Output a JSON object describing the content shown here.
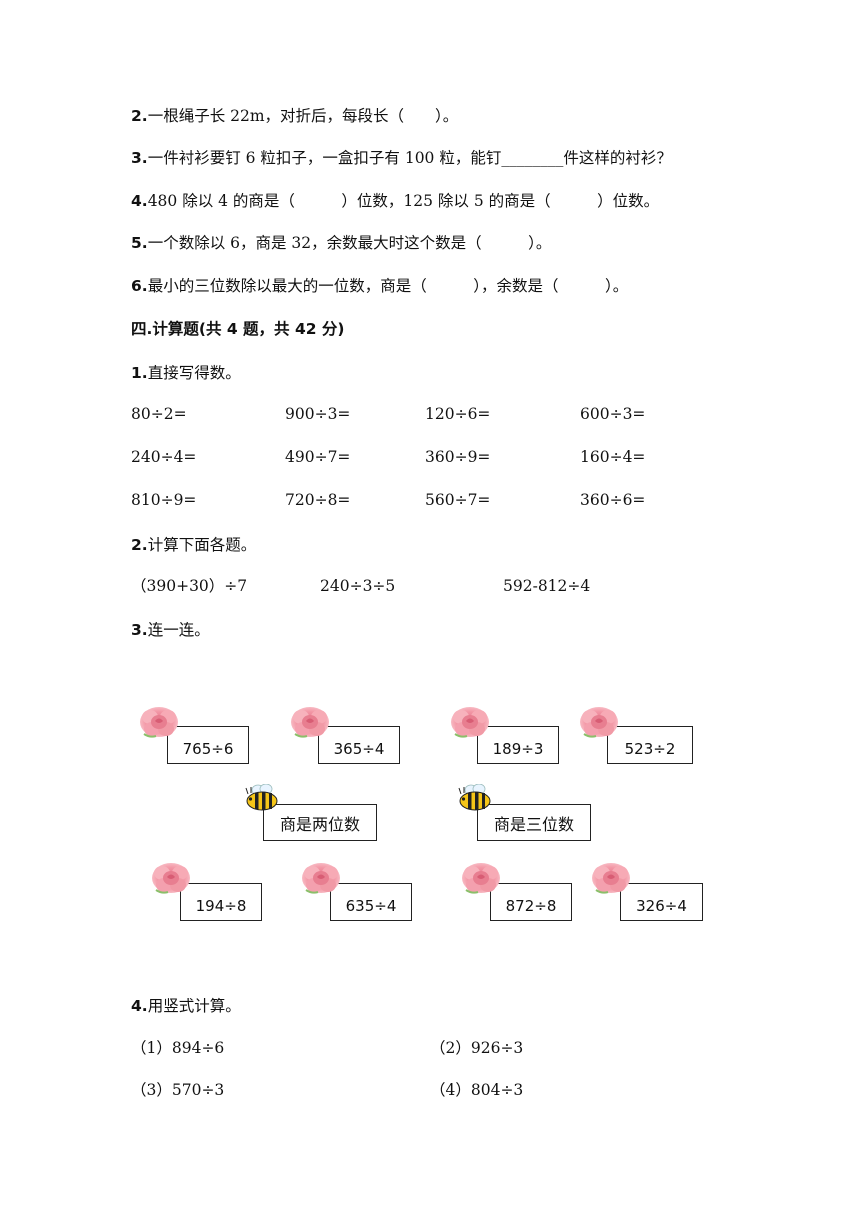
{
  "fill_questions": [
    {
      "n": "2.",
      "text": "一根绳子长 22m，对折后，每段长（　　）。"
    },
    {
      "n": "3.",
      "text": "一件衬衫要钉 6 粒扣子，一盒扣子有 100 粒，能钉________件这样的衬衫？"
    },
    {
      "n": "4.",
      "text": "480 除以 4 的商是（　　　）位数，125 除以 5 的商是（　　　）位数。"
    },
    {
      "n": "5.",
      "text": "一个数除以 6，商是 32，余数最大时这个数是（　　　）。"
    },
    {
      "n": "6.",
      "text": "最小的三位数除以最大的一位数，商是（　　　），余数是（　　　）。"
    }
  ],
  "section_title": "四.计算题(共 4 题，共 42 分)",
  "q1": {
    "n": "1.",
    "title": "直接写得数。",
    "rows": [
      [
        "80÷2=",
        "900÷3=",
        "120÷6=",
        "600÷3="
      ],
      [
        "240÷4=",
        "490÷7=",
        "360÷9=",
        "160÷4="
      ],
      [
        "810÷9=",
        "720÷8=",
        "560÷7=",
        "360÷6="
      ]
    ]
  },
  "q2": {
    "n": "2.",
    "title": "计算下面各题。",
    "items": [
      "（390+30）÷7",
      "240÷3÷5",
      "592-812÷4"
    ]
  },
  "q3": {
    "n": "3.",
    "title": "连一连。",
    "top": [
      "765÷6",
      "365÷4",
      "189÷3",
      "523÷2"
    ],
    "middle": [
      "商是两位数",
      "商是三位数"
    ],
    "bottom": [
      "194÷8",
      "635÷4",
      "872÷8",
      "326÷4"
    ]
  },
  "q4": {
    "n": "4.",
    "title": "用竖式计算。",
    "items": [
      "（1）894÷6",
      "（2）926÷3",
      "（3）570÷3",
      "（4）804÷3"
    ]
  },
  "colors": {
    "flower": "#f19aa6",
    "flower_center": "#e06a7e",
    "bee_body": "#f5c518",
    "bee_stripe": "#222222"
  }
}
